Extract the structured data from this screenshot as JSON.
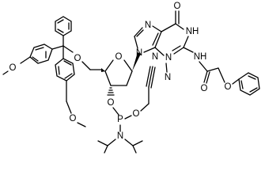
{
  "molecule": {
    "atom_labels": {
      "o_carbonyl": "O",
      "nh_ring": "NH",
      "n7": "N",
      "n9": "N",
      "n3": "N",
      "n_ring_bottom": "N",
      "nh_amide": "NH",
      "o_amide": "O",
      "o_ether": "O",
      "o_sugar": "O",
      "o_5prime": "O",
      "o_3prime": "O",
      "o_cyanoethyl": "O",
      "p": "P",
      "n_amine": "N",
      "n_nitrile": "N",
      "o_methoxy_top": "O",
      "o_methoxy_bottom": "O"
    }
  }
}
